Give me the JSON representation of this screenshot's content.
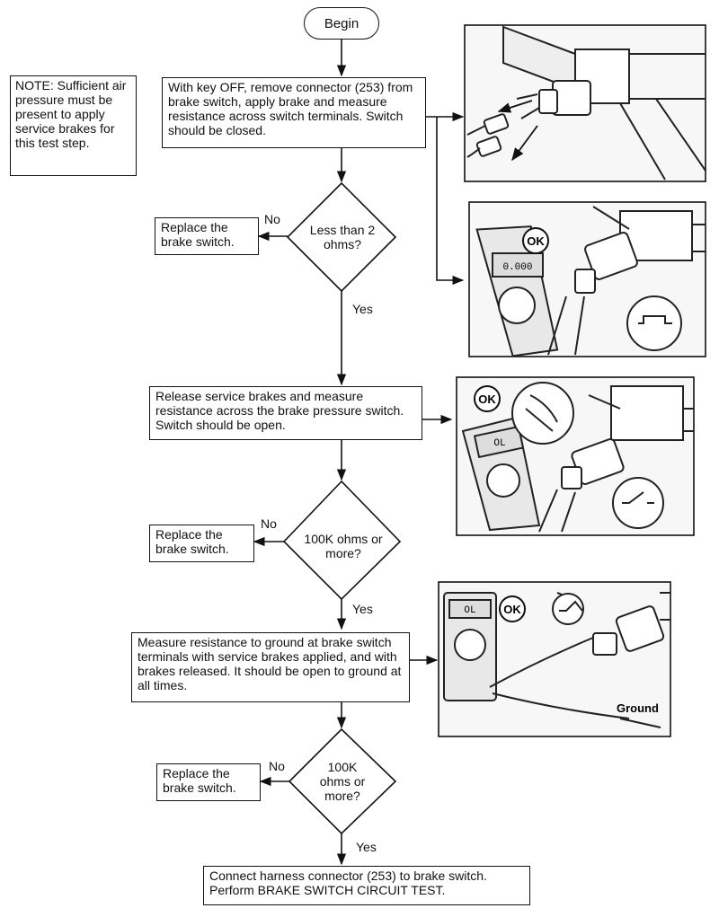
{
  "begin": "Begin",
  "note": "NOTE: Sufficient air pressure must be present to apply service brakes for this test step.",
  "step1": "With key OFF, remove connector (253) from brake switch, apply brake and measure resistance across switch terminals. Switch should be closed.",
  "decision1": "Less than 2 ohms?",
  "replace1": "Replace the brake switch.",
  "step2": "Release service brakes and measure resistance across the brake pressure switch. Switch should be open.",
  "decision2": "100K ohms or more?",
  "replace2": "Replace the brake switch.",
  "step3": "Measure resistance to ground at brake switch terminals with service brakes applied, and with brakes released. It should be open to ground at all times.",
  "decision3": "100K ohms or more?",
  "replace3": "Replace the brake switch.",
  "final": "Connect harness connector (253) to brake switch. Perform BRAKE SWITCH CIRCUIT TEST.",
  "labels": {
    "no": "No",
    "yes": "Yes",
    "ok": "OK",
    "ground": "Ground",
    "meter_reading": "0.000",
    "meter_ol": "OL"
  }
}
